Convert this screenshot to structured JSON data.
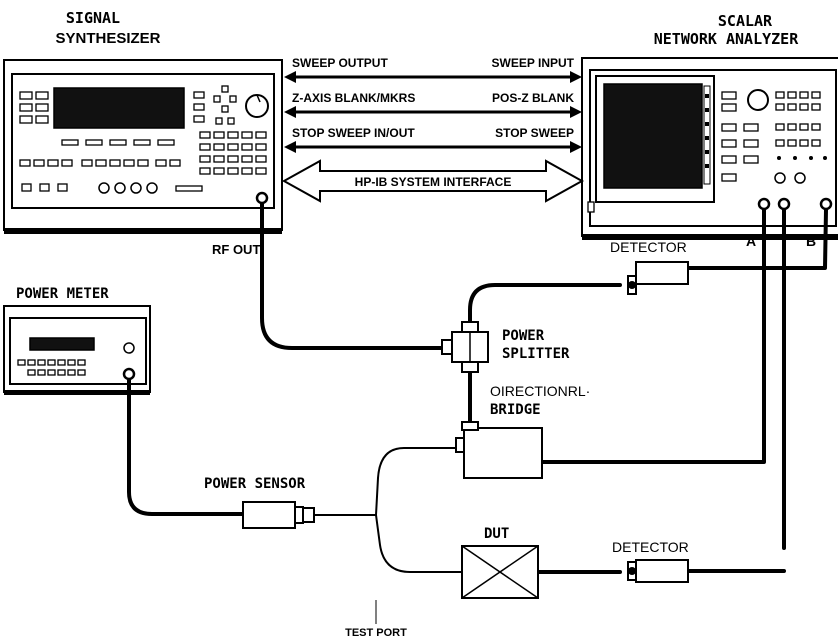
{
  "labels": {
    "signal_synth_line1": "SIGNAL",
    "signal_synth_line2": "SYNTHESIZER",
    "scalar_line1": "SCALAR",
    "scalar_line2": "NETWORK ANALYZER",
    "sweep_output": "SWEEP OUTPUT",
    "sweep_input": "SWEEP INPUT",
    "z_axis": "Z-AXIS BLANK/MKRS",
    "pos_z": "POS-Z BLANK",
    "stop_sweep_inout": "STOP SWEEP IN/OUT",
    "stop_sweep": "STOP SWEEP",
    "hpib": "HP-IB SYSTEM INTERFACE",
    "rf_out": "RF OUT",
    "port_a": "A",
    "port_b": "B",
    "detector_top": "DETECTOR",
    "power_meter": "POWER METER",
    "power_splitter_line1": "POWER",
    "power_splitter_line2": "SPLITTER",
    "directional_line1": "OIRECTIONRL·",
    "directional_line2": "BRIDGE",
    "power_sensor": "POWER SENSOR",
    "dut": "DUT",
    "detector_bottom": "DETECTOR",
    "test_port": "TEST PORT"
  }
}
